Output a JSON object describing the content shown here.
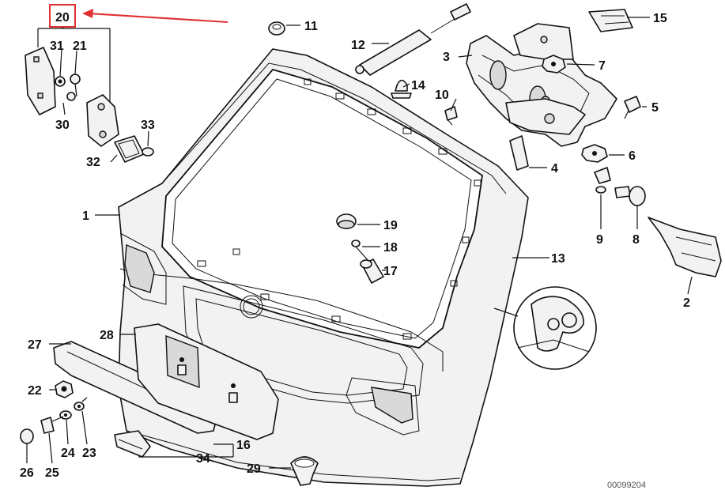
{
  "diagram": {
    "callouts": [
      {
        "id": "c20",
        "text": "20"
      },
      {
        "id": "c31",
        "text": "31"
      },
      {
        "id": "c21",
        "text": "21"
      },
      {
        "id": "c30",
        "text": "30"
      },
      {
        "id": "c33",
        "text": "33"
      },
      {
        "id": "c32",
        "text": "32"
      },
      {
        "id": "c11",
        "text": "11"
      },
      {
        "id": "c12",
        "text": "12"
      },
      {
        "id": "c14",
        "text": "14"
      },
      {
        "id": "c15",
        "text": "15"
      },
      {
        "id": "c3",
        "text": "3"
      },
      {
        "id": "c7",
        "text": "7"
      },
      {
        "id": "c10",
        "text": "10"
      },
      {
        "id": "c5",
        "text": "5"
      },
      {
        "id": "c6",
        "text": "6"
      },
      {
        "id": "c4",
        "text": "4"
      },
      {
        "id": "c9",
        "text": "9"
      },
      {
        "id": "c8",
        "text": "8"
      },
      {
        "id": "c2",
        "text": "2"
      },
      {
        "id": "c1",
        "text": "1"
      },
      {
        "id": "c19",
        "text": "19"
      },
      {
        "id": "c18",
        "text": "18"
      },
      {
        "id": "c17",
        "text": "17"
      },
      {
        "id": "c13",
        "text": "13"
      },
      {
        "id": "c28",
        "text": "28"
      },
      {
        "id": "c27",
        "text": "27"
      },
      {
        "id": "c22",
        "text": "22"
      },
      {
        "id": "c24",
        "text": "24"
      },
      {
        "id": "c23",
        "text": "23"
      },
      {
        "id": "c26",
        "text": "26"
      },
      {
        "id": "c25",
        "text": "25"
      },
      {
        "id": "c16",
        "text": "16"
      },
      {
        "id": "c34",
        "text": "34"
      },
      {
        "id": "c29",
        "text": "29"
      }
    ],
    "highlighted_part": "20",
    "highlight_color": "#e03030",
    "drawing_number": "00099204"
  }
}
